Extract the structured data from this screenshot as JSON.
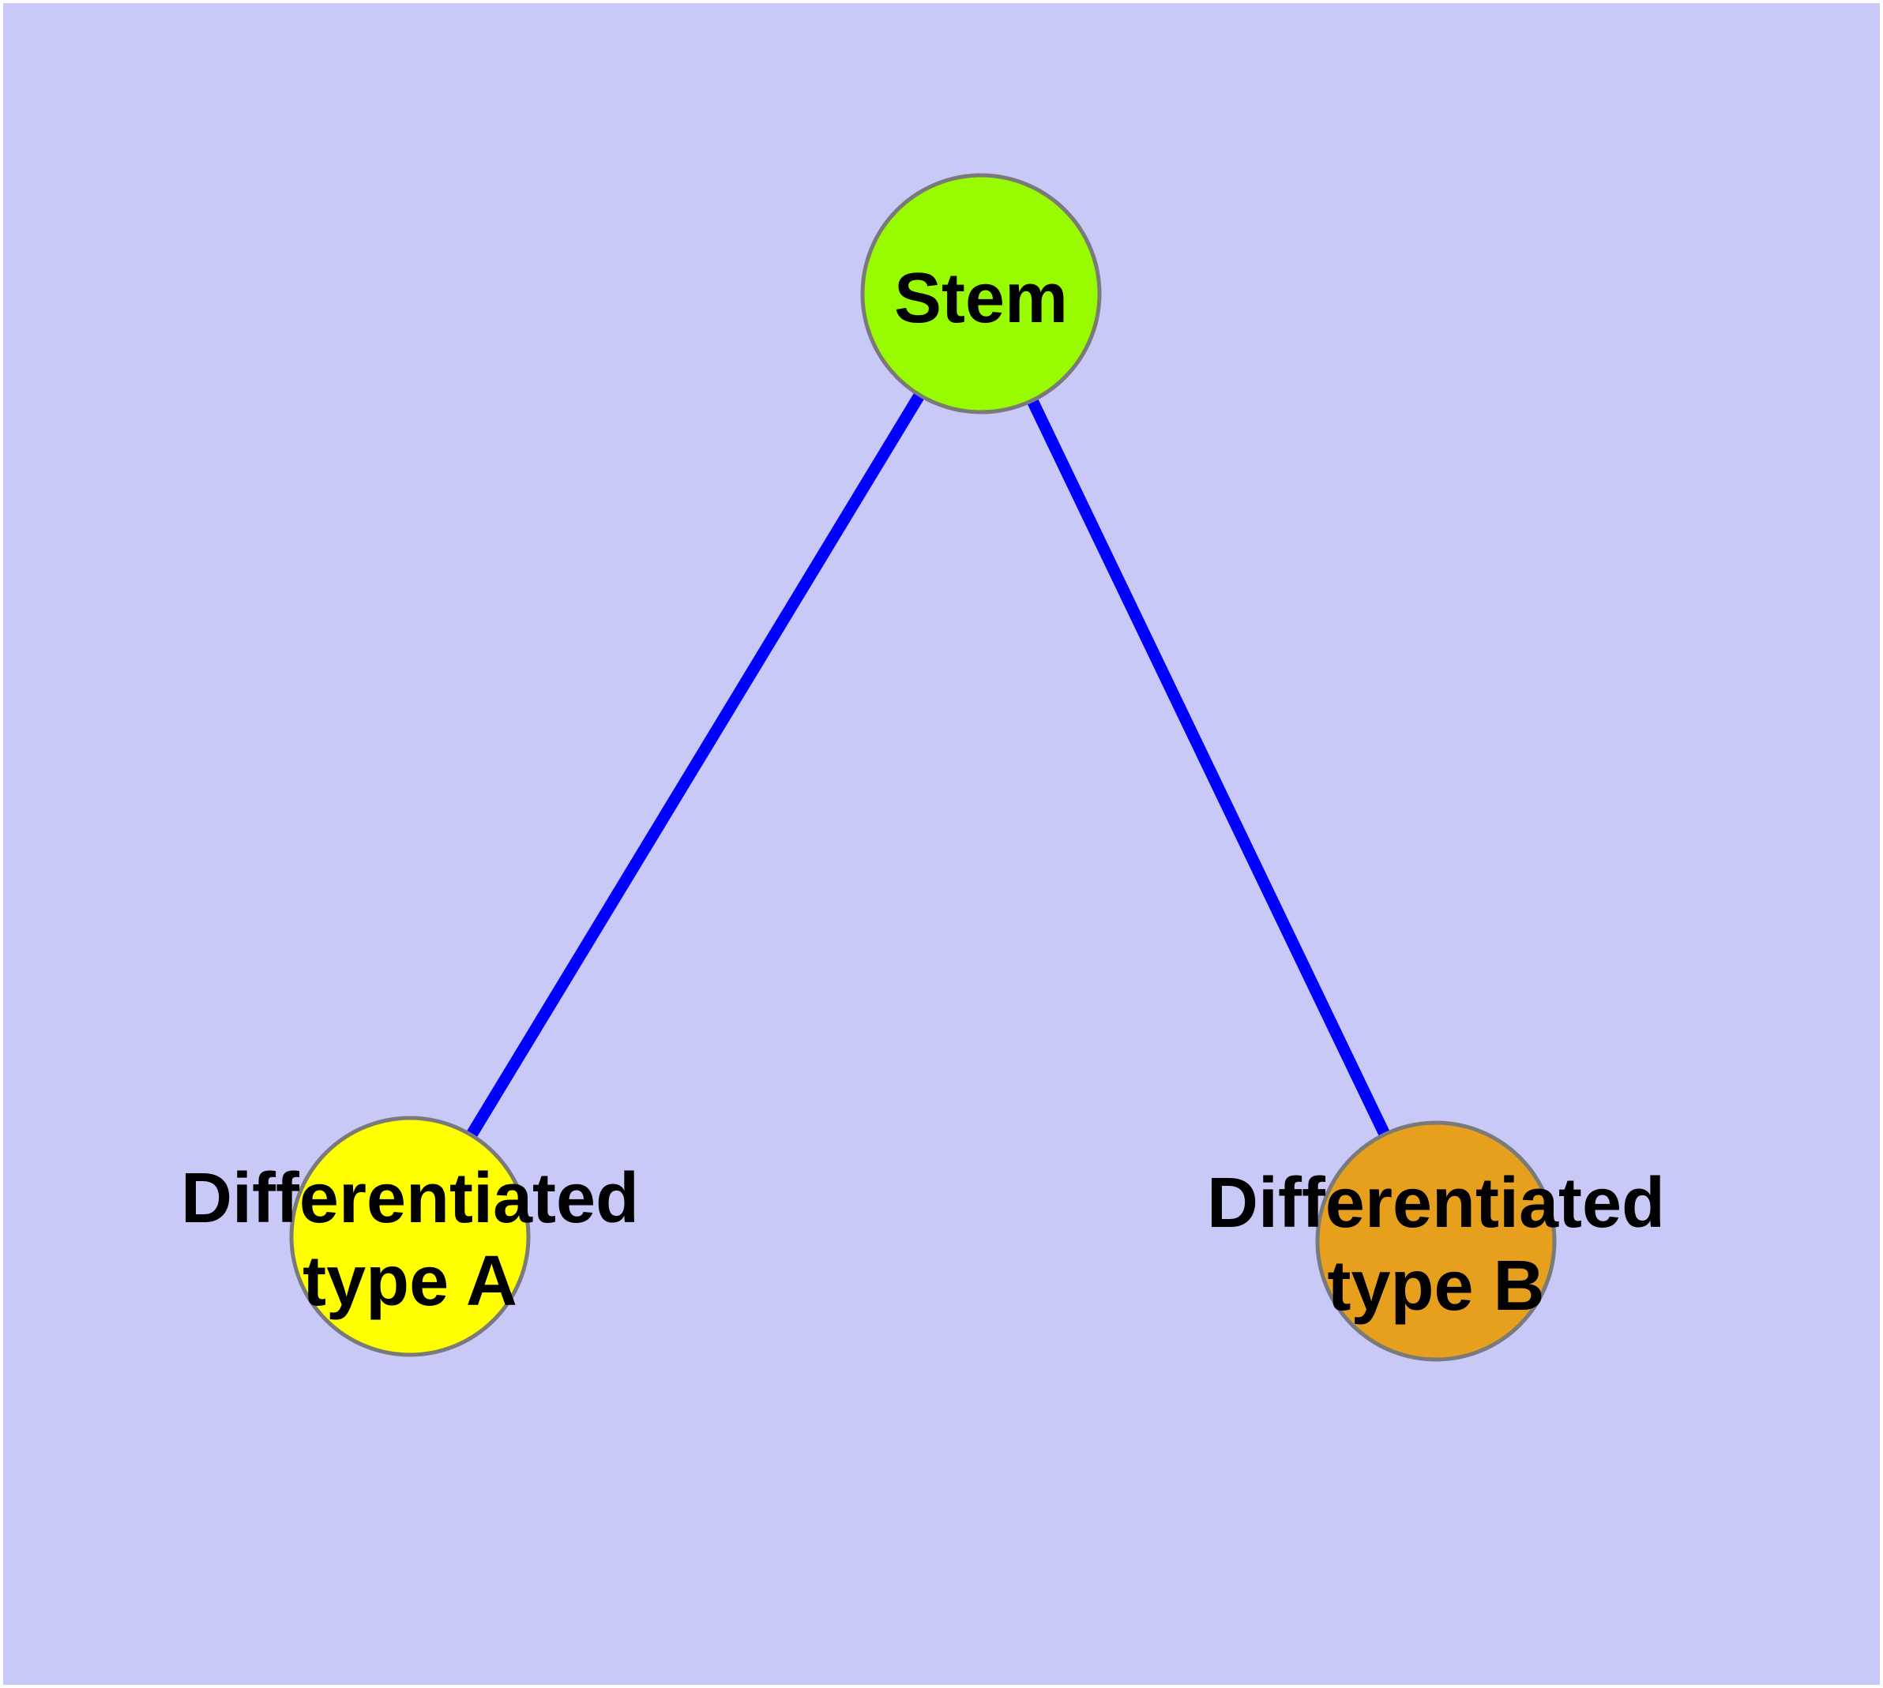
{
  "diagram": {
    "background_color": "#C9C9F8",
    "page_margin_color": "#FFFFFF",
    "edge_color": "#0000FF",
    "node_border_color": "#7A7A7A",
    "text_color": "#000000",
    "nodes": [
      {
        "id": "stem",
        "label": "Stem",
        "fill": "#99FB00"
      },
      {
        "id": "diff-a",
        "label_line1": "Differentiated",
        "label_line2": "type A",
        "fill": "#FFFF00"
      },
      {
        "id": "diff-b",
        "label_line1": "Differentiated",
        "label_line2": "type B",
        "fill": "#E6A01E"
      }
    ],
    "edges": [
      {
        "from": "Stem",
        "to": "Differentiated type A"
      },
      {
        "from": "Stem",
        "to": "Differentiated type B"
      }
    ]
  }
}
